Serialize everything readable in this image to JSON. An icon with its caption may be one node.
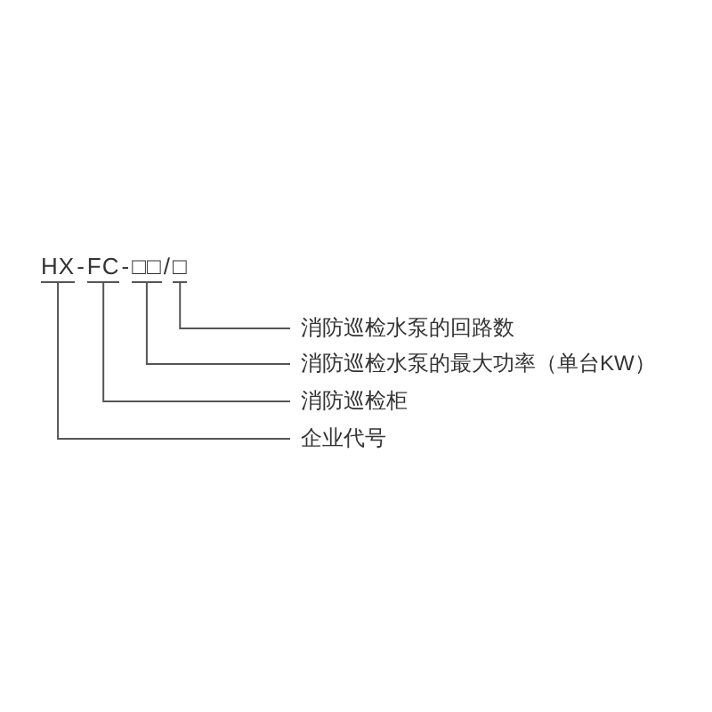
{
  "diagram": {
    "nodes": [
      {
        "text": [
          "HX"
        ]
      },
      {
        "text": [
          "FC"
        ]
      },
      {
        "text": [
          "□□"
        ]
      },
      {
        "text": [
          "□"
        ]
      },
      {
        "text": [
          "消防巡检水泵的回路数"
        ]
      },
      {
        "text": [
          "消防巡检水泵的最大功率（单台KW）"
        ]
      },
      {
        "text": [
          "消防巡检柜"
        ]
      },
      {
        "text": [
          "企业代号"
        ]
      }
    ],
    "edges": [
      {
        "from": 4,
        "to": 3,
        "arrow": "none"
      },
      {
        "from": 5,
        "to": 2,
        "arrow": "none"
      },
      {
        "from": 6,
        "to": 1,
        "arrow": "none"
      },
      {
        "from": 7,
        "to": 0,
        "arrow": "none"
      }
    ],
    "labels": [
      "-",
      "-",
      "/"
    ]
  }
}
